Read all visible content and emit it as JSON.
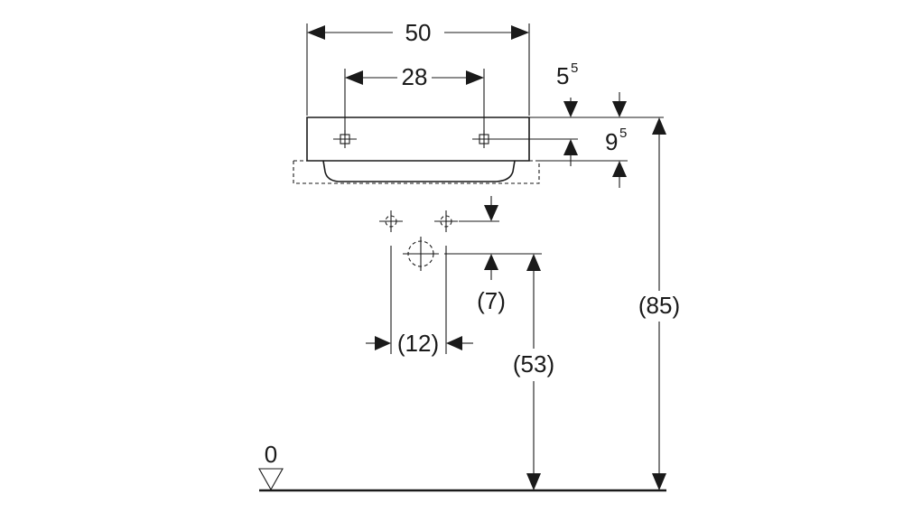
{
  "dimensions": {
    "width_total": "50",
    "tap_spacing": "28",
    "rim_offset_main": "5",
    "rim_offset_sup": "5",
    "basin_height_main": "9",
    "basin_height_sup": "5",
    "supply_offset": "(7)",
    "supply_spacing": "(12)",
    "drain_height": "(53)",
    "total_height": "(85)",
    "floor_level": "0"
  },
  "colors": {
    "line": "#1a1a1a",
    "background": "#ffffff"
  }
}
